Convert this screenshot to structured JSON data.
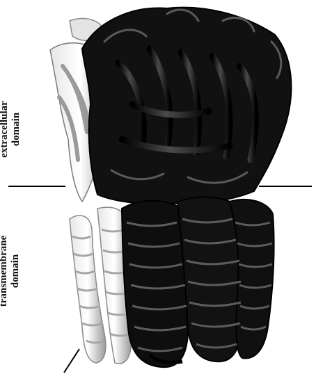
{
  "labels": {
    "extracellular": {
      "line1": "extracellular",
      "line2": "domain"
    },
    "transmembrane": {
      "line1": "transmembrane",
      "line2": "domain"
    }
  },
  "colors": {
    "background": "#ffffff",
    "label_text": "#111111",
    "protein_dark": "#0a0a0a",
    "protein_mid": "#3a3a3a",
    "protein_light": "#cfcfcf",
    "protein_white": "#f2f2f2",
    "boundary_line": "#000000"
  },
  "figure": {
    "subject": "ribbon-model-pentameric-ion-channel"
  }
}
